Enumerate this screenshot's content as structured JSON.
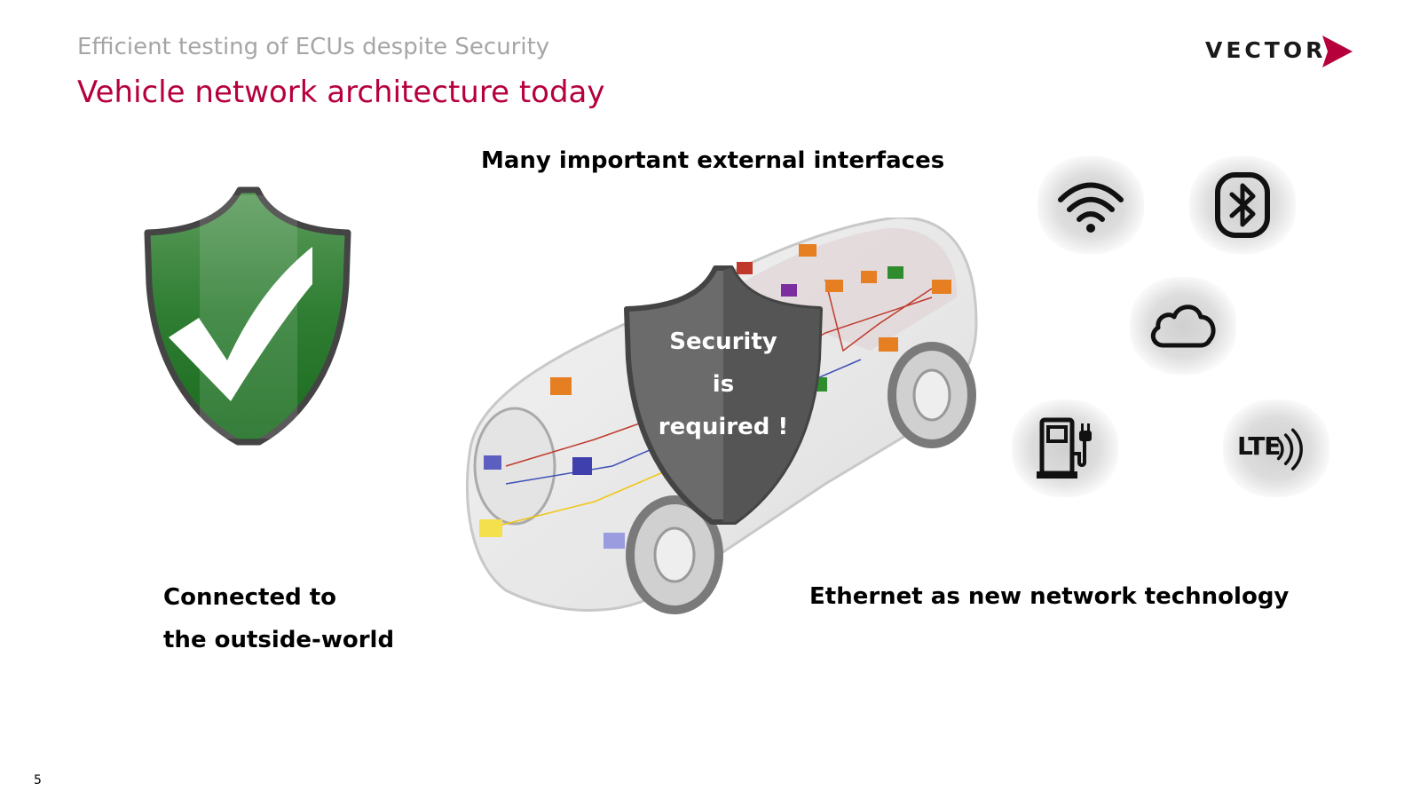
{
  "header": {
    "subtitle": "Efficient testing of ECUs despite Security",
    "title": "Vehicle network architecture today",
    "logo_text": "VECTOR"
  },
  "labels": {
    "interfaces": "Many important external interfaces",
    "connected_line1": "Connected to",
    "connected_line2": "the outside-world",
    "ethernet": "Ethernet as new network technology"
  },
  "shield": {
    "line1": "Security",
    "line2": "is",
    "line3": "required !"
  },
  "icons": {
    "lte": "LTE",
    "list": [
      "wifi-icon",
      "bluetooth-icon",
      "cloud-icon",
      "charging-station-icon",
      "lte-signal-icon"
    ]
  },
  "footer": {
    "page_number": "5"
  },
  "colors": {
    "title": "#b5003c",
    "subtitle": "#a6a6a6",
    "logo_accent": "#b5003c",
    "shield_green": "#2e7d32",
    "shield_grey": "#5e5e5e"
  }
}
